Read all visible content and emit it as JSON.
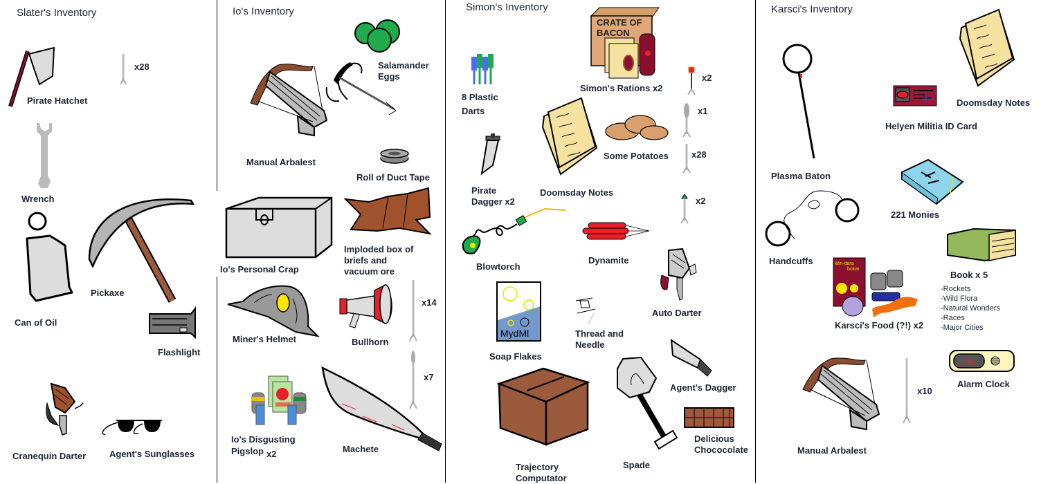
{
  "panels": [
    {
      "title": "Slater's Inventory",
      "items": [
        {
          "label": "Pirate Hatchet",
          "icon": "hatchet-icon"
        },
        {
          "label": "x28",
          "icon": "dart-icon"
        },
        {
          "label": "Wrench",
          "icon": "wrench-icon"
        },
        {
          "label": "Can of Oil",
          "icon": "oil-can-icon"
        },
        {
          "label": "Pickaxe",
          "icon": "pickaxe-icon"
        },
        {
          "label": "Flashlight",
          "icon": "flashlight-icon"
        },
        {
          "label": "Cranequin Darter",
          "icon": "crossbow-icon"
        },
        {
          "label": "Agent's Sunglasses",
          "icon": "sunglasses-icon"
        }
      ]
    },
    {
      "title": "Io's Inventory",
      "items": [
        {
          "label": "Salamander",
          "label2": "Eggs",
          "icon": "eggs-icon"
        },
        {
          "label": "Manual Arbalest",
          "icon": "arbalest-icon"
        },
        {
          "label": "",
          "icon": "grappling-hook-icon"
        },
        {
          "label": "Roll of Duct Tape",
          "icon": "duct-tape-icon"
        },
        {
          "label": "Io's Personal Crap",
          "icon": "crate-icon"
        },
        {
          "label": "Imploded box of",
          "label2": "briefs and",
          "label3": "vacuum ore",
          "icon": "crumpled-box-icon"
        },
        {
          "label": "Miner's Helmet",
          "icon": "helmet-icon"
        },
        {
          "label": "Bullhorn",
          "icon": "bullhorn-icon"
        },
        {
          "label": "x14",
          "icon": "dart-icon"
        },
        {
          "label": "x7",
          "icon": "dart-icon"
        },
        {
          "label": "Io's Disgusting",
          "label2": "Pigslop",
          "qty": "x2",
          "icon": "food-icon"
        },
        {
          "label": "Machete",
          "icon": "machete-icon"
        }
      ]
    },
    {
      "title": "Simon's Inventory",
      "items": [
        {
          "label": "8 Plastic",
          "label2": "Darts",
          "icon": "plastic-darts-icon"
        },
        {
          "label": "Simon's Rations x2",
          "icon": "rations-icon",
          "crate_text": "CRATE OF",
          "crate_text2": "BACON"
        },
        {
          "label": "x2",
          "icon": "dart-icon"
        },
        {
          "label": "x1",
          "icon": "dart-icon"
        },
        {
          "label": "x28",
          "icon": "dart-icon"
        },
        {
          "label": "x2",
          "icon": "dart-icon"
        },
        {
          "label": "Some Potatoes",
          "icon": "potatoes-icon"
        },
        {
          "label": "Pirate",
          "label2": "Dagger x2",
          "icon": "dagger-icon"
        },
        {
          "label": "Doomsday Notes",
          "icon": "notes-icon"
        },
        {
          "label": "Blowtorch",
          "icon": "blowtorch-icon"
        },
        {
          "label": "Dynamite",
          "icon": "dynamite-icon"
        },
        {
          "label": "Auto Darter",
          "icon": "auto-darter-icon"
        },
        {
          "label": "Soap Flakes",
          "icon": "soap-box-icon",
          "box_text": "MydMl"
        },
        {
          "label": "Thread and",
          "label2": "Needle",
          "icon": "thread-needle-icon"
        },
        {
          "label": "Agent's Dagger",
          "icon": "knife-icon"
        },
        {
          "label": "Trajectory",
          "label2": "Computator",
          "icon": "cardboard-box-icon"
        },
        {
          "label": "Spade",
          "icon": "spade-icon"
        },
        {
          "label": "Delicious",
          "label2": "Chococolate",
          "icon": "chocolate-icon"
        }
      ]
    },
    {
      "title": "Karsci's Inventory",
      "items": [
        {
          "label": "Plasma Baton",
          "icon": "baton-icon"
        },
        {
          "label": "Helyen Militia ID Card",
          "icon": "id-card-icon"
        },
        {
          "label": "Doomsday Notes",
          "icon": "notes-icon"
        },
        {
          "label": "221 Monies",
          "icon": "money-icon"
        },
        {
          "label": "Handcuffs",
          "icon": "handcuffs-icon"
        },
        {
          "label": "Book x 5",
          "icon": "book-icon",
          "list": [
            "-Rockets",
            "-Wild Flora",
            "-Natural Wonders",
            "-Races",
            "-Major Cities"
          ]
        },
        {
          "label": "Karsci's Food (?!) x2",
          "icon": "food-icon",
          "box_text": "kěn-dara",
          "box_text2": "bokat"
        },
        {
          "label": "Manual Arbalest",
          "icon": "arbalest-icon"
        },
        {
          "label": "x10",
          "icon": "dart-icon"
        },
        {
          "label": "Alarm Clock",
          "icon": "alarm-clock-icon",
          "time": "6:45"
        }
      ]
    }
  ]
}
